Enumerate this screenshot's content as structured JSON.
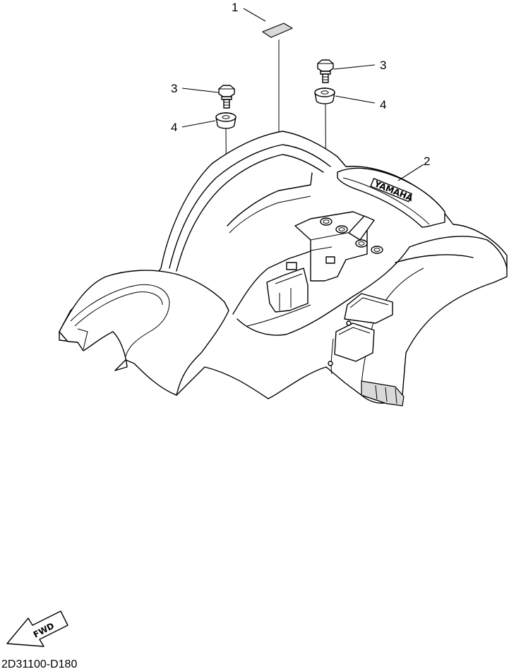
{
  "diagram": {
    "drawing_code": "2D31100-D180",
    "direction_label": "FWD",
    "callouts": {
      "label_decal": "1",
      "rear_fender": "2",
      "bolt_left": "3",
      "bolt_right": "3",
      "grommet_left": "4",
      "grommet_right": "4"
    },
    "fender_brand_mark": "YAMAHA"
  }
}
